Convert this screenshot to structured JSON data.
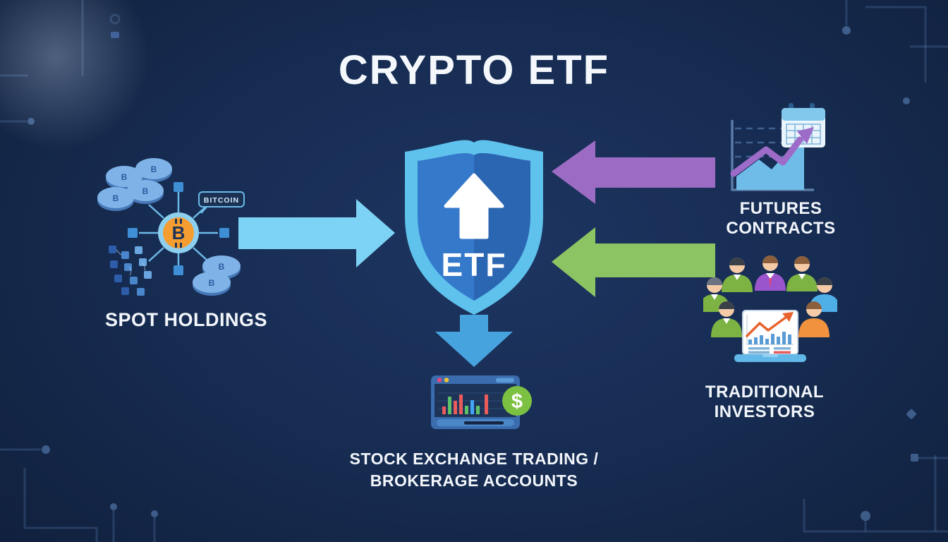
{
  "title": "CRYPTO ETF",
  "shield": {
    "label": "ETF"
  },
  "spot": {
    "tag": "BITCOIN",
    "label": "SPOT HOLDINGS",
    "coin_symbol": "B"
  },
  "futures": {
    "label": "FUTURES CONTRACTS"
  },
  "investors": {
    "label": "TRADITIONAL INVESTORS"
  },
  "output": {
    "label_line1": "STOCK EXCHANGE TRADING /",
    "label_line2": "BROKERAGE ACCOUNTS",
    "dollar_sign": "$"
  },
  "colors": {
    "background": "#172c52",
    "title_text": "#f4f8fc",
    "spot_arrow": "#7dd3f5",
    "futures_arrow": "#9c6cc4",
    "investors_arrow": "#8dc463",
    "down_arrow": "#47a3dd",
    "shield_border": "#5ec2ec",
    "shield_left": "#3579cb",
    "shield_right": "#2b66b2",
    "bitcoin_orange": "#f59d31",
    "dollar_green": "#7cc142"
  }
}
